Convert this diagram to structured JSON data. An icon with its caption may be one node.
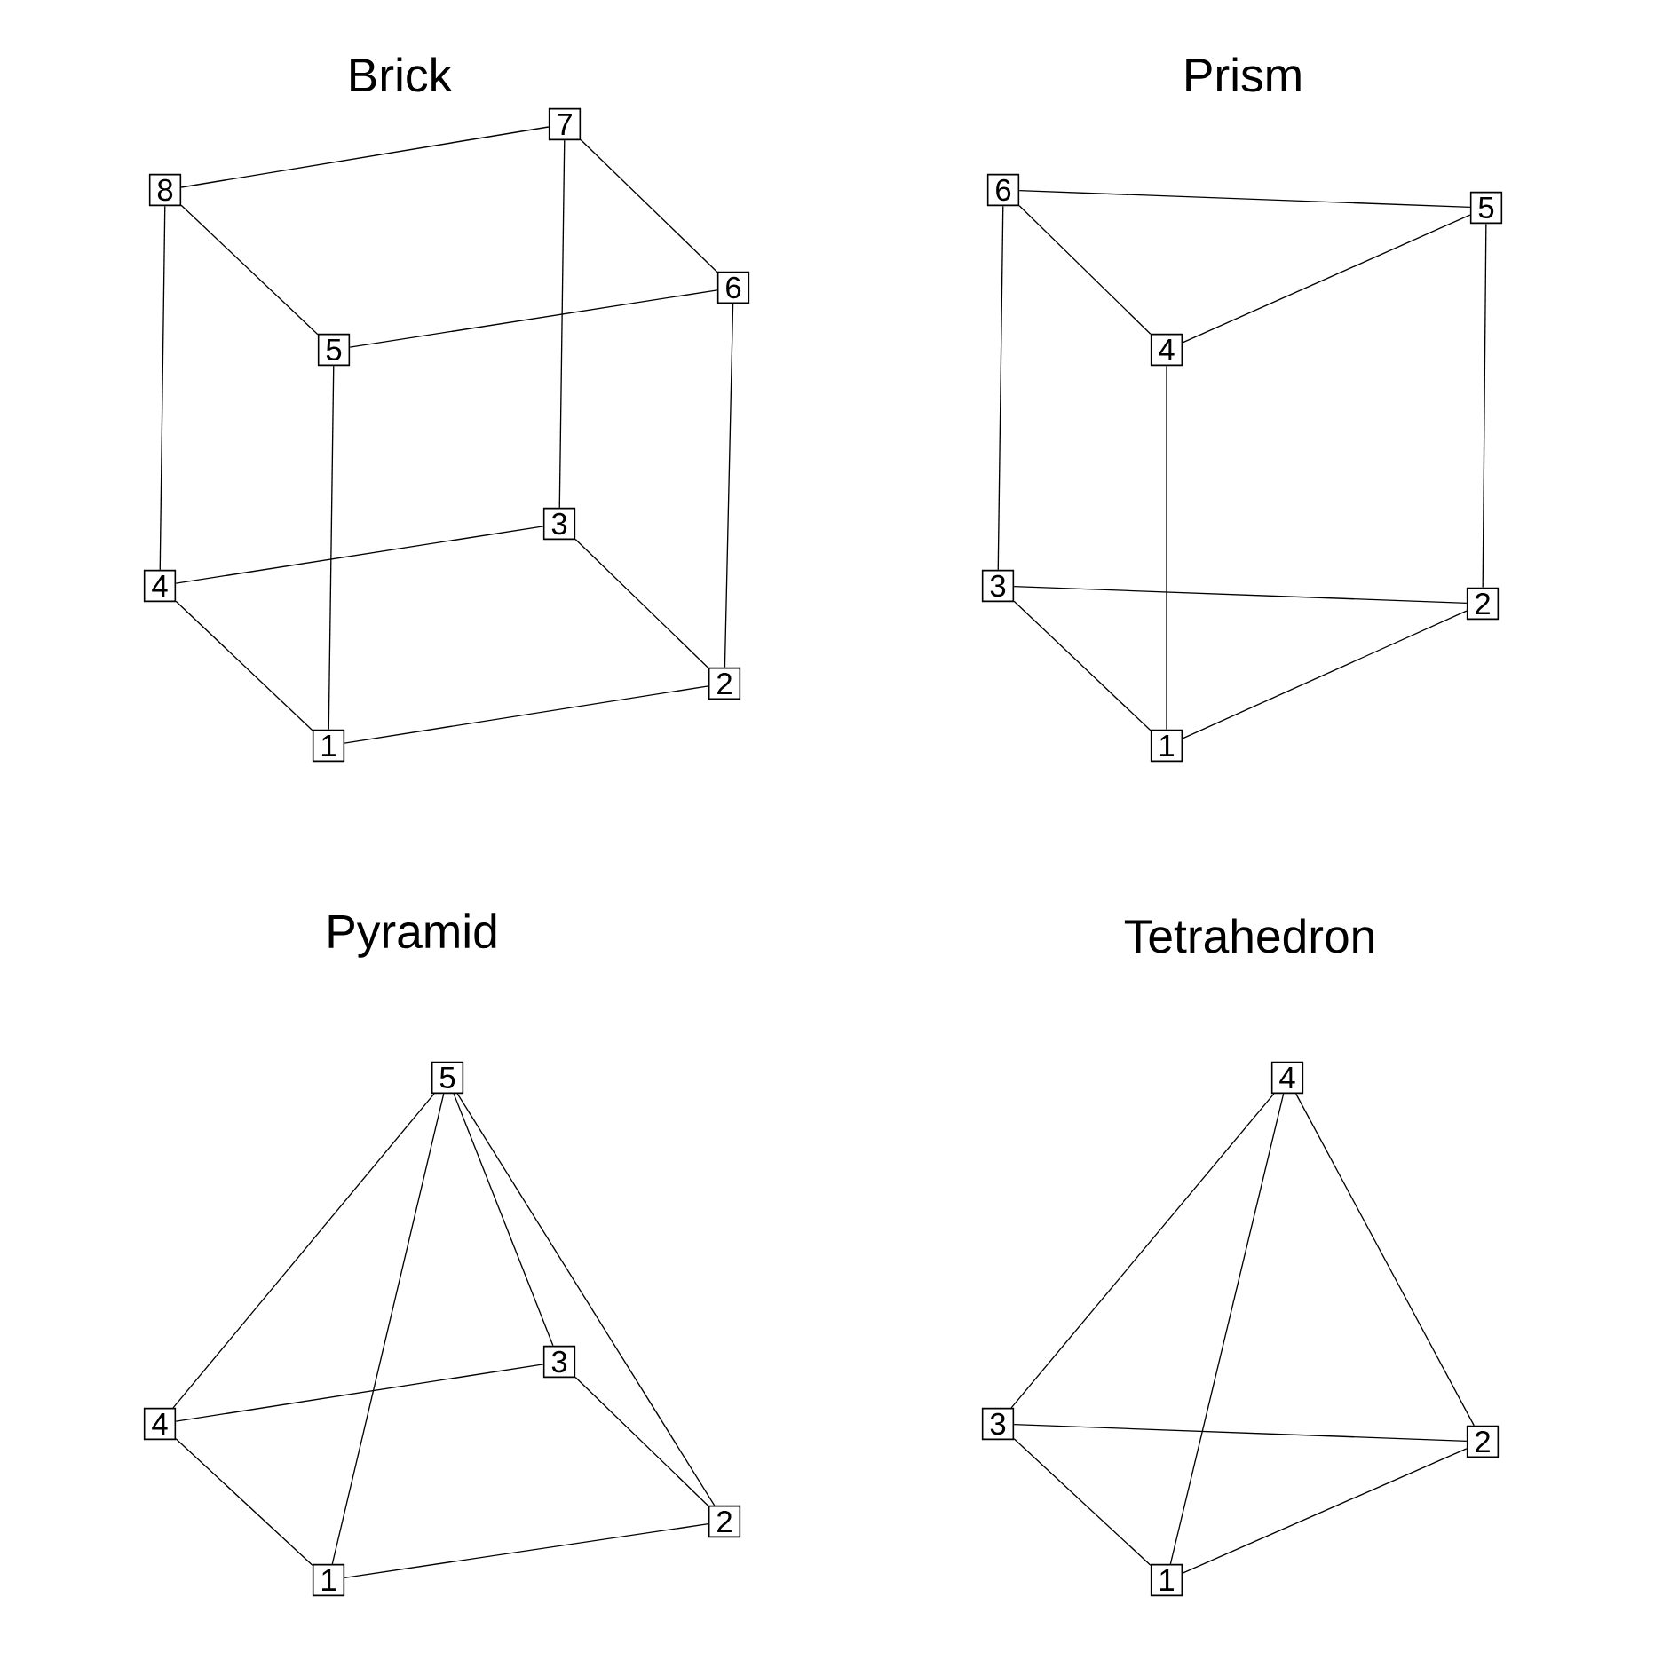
{
  "diagram": {
    "nodes": [
      {
        "text": [
          "1"
        ]
      },
      {
        "text": [
          "2"
        ]
      },
      {
        "text": [
          "3"
        ]
      },
      {
        "text": [
          "4"
        ]
      },
      {
        "text": [
          "5"
        ]
      },
      {
        "text": [
          "6"
        ]
      },
      {
        "text": [
          "7"
        ]
      },
      {
        "text": [
          "8"
        ]
      },
      {
        "text": [
          "1"
        ]
      },
      {
        "text": [
          "2"
        ]
      },
      {
        "text": [
          "3"
        ]
      },
      {
        "text": [
          "4"
        ]
      },
      {
        "text": [
          "5"
        ]
      },
      {
        "text": [
          "6"
        ]
      },
      {
        "text": [
          "1"
        ]
      },
      {
        "text": [
          "2"
        ]
      },
      {
        "text": [
          "3"
        ]
      },
      {
        "text": [
          "4"
        ]
      },
      {
        "text": [
          "5"
        ]
      },
      {
        "text": [
          "1"
        ]
      },
      {
        "text": [
          "2"
        ]
      },
      {
        "text": [
          "3"
        ]
      },
      {
        "text": [
          "4"
        ]
      }
    ],
    "edges": [
      {
        "from": 0,
        "to": 1,
        "arrow": "none"
      },
      {
        "from": 1,
        "to": 2,
        "arrow": "none"
      },
      {
        "from": 2,
        "to": 3,
        "arrow": "none"
      },
      {
        "from": 3,
        "to": 0,
        "arrow": "none"
      },
      {
        "from": 4,
        "to": 5,
        "arrow": "none"
      },
      {
        "from": 5,
        "to": 6,
        "arrow": "none"
      },
      {
        "from": 6,
        "to": 7,
        "arrow": "none"
      },
      {
        "from": 7,
        "to": 4,
        "arrow": "none"
      },
      {
        "from": 0,
        "to": 4,
        "arrow": "none"
      },
      {
        "from": 1,
        "to": 5,
        "arrow": "none"
      },
      {
        "from": 2,
        "to": 6,
        "arrow": "none"
      },
      {
        "from": 3,
        "to": 7,
        "arrow": "none"
      },
      {
        "from": 8,
        "to": 9,
        "arrow": "none"
      },
      {
        "from": 8,
        "to": 10,
        "arrow": "none"
      },
      {
        "from": 9,
        "to": 10,
        "arrow": "none"
      },
      {
        "from": 11,
        "to": 12,
        "arrow": "none"
      },
      {
        "from": 12,
        "to": 13,
        "arrow": "none"
      },
      {
        "from": 13,
        "to": 11,
        "arrow": "none"
      },
      {
        "from": 8,
        "to": 11,
        "arrow": "none"
      },
      {
        "from": 9,
        "to": 12,
        "arrow": "none"
      },
      {
        "from": 10,
        "to": 13,
        "arrow": "none"
      },
      {
        "from": 14,
        "to": 15,
        "arrow": "none"
      },
      {
        "from": 15,
        "to": 16,
        "arrow": "none"
      },
      {
        "from": 16,
        "to": 17,
        "arrow": "none"
      },
      {
        "from": 17,
        "to": 14,
        "arrow": "none"
      },
      {
        "from": 18,
        "to": 14,
        "arrow": "none"
      },
      {
        "from": 18,
        "to": 15,
        "arrow": "none"
      },
      {
        "from": 18,
        "to": 16,
        "arrow": "none"
      },
      {
        "from": 18,
        "to": 17,
        "arrow": "none"
      },
      {
        "from": 19,
        "to": 20,
        "arrow": "none"
      },
      {
        "from": 19,
        "to": 21,
        "arrow": "none"
      },
      {
        "from": 19,
        "to": 22,
        "arrow": "none"
      },
      {
        "from": 20,
        "to": 21,
        "arrow": "none"
      },
      {
        "from": 20,
        "to": 22,
        "arrow": "none"
      },
      {
        "from": 21,
        "to": 22,
        "arrow": "none"
      }
    ],
    "labels": [
      "Brick",
      "Prism",
      "Pyramid",
      "Tetrahedron"
    ]
  }
}
